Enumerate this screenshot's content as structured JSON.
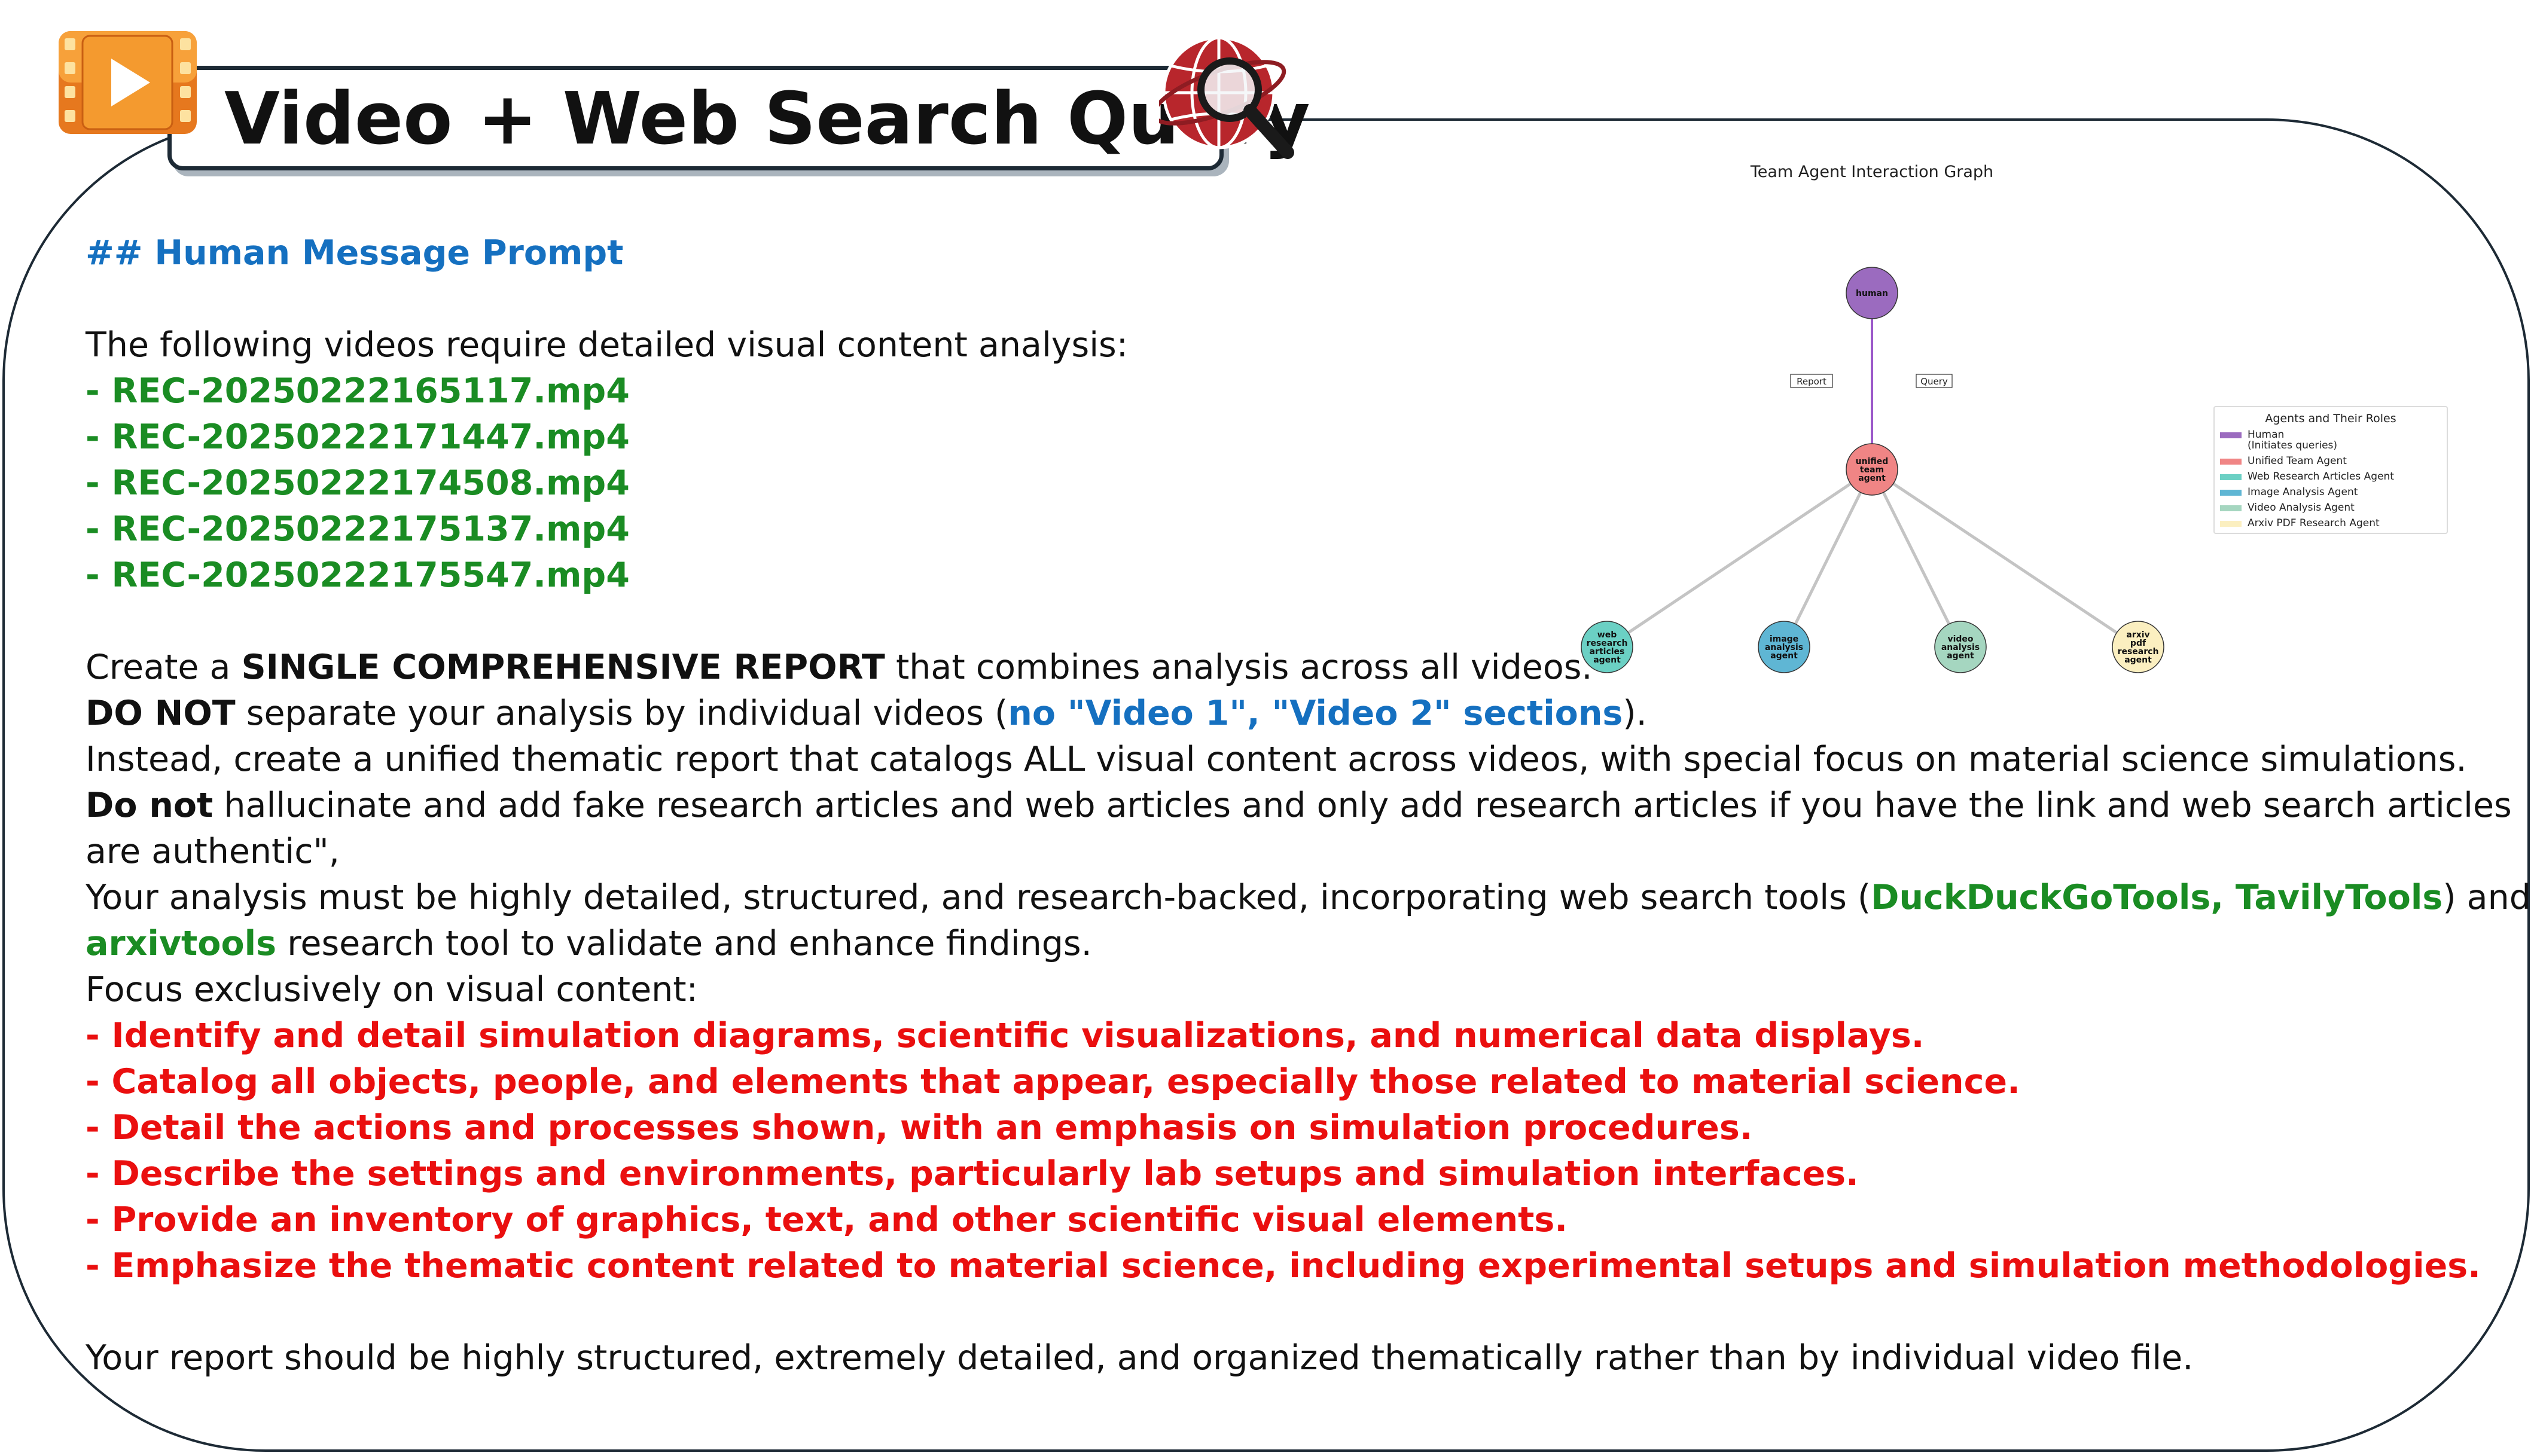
{
  "title": "Video + Web Search Query",
  "icons": {
    "left": "video-play-icon",
    "right": "globe-search-icon"
  },
  "prompt": {
    "heading": "## Human Message Prompt",
    "intro": "The following videos require detailed visual content analysis:",
    "videos": [
      "- REC-20250222165117.mp4",
      "- REC-20250222171447.mp4",
      "- REC-20250222174508.mp4",
      "- REC-20250222175137.mp4",
      "- REC-20250222175547.mp4"
    ],
    "create_pre": "Create a ",
    "create_bold": "SINGLE COMPREHENSIVE REPORT",
    "create_post": " that combines analysis across all videos.",
    "donot_bold": "DO NOT",
    "donot_mid": " separate your analysis by individual videos (",
    "donot_blue": "no \"Video 1\", \"Video 2\" sections",
    "donot_end": ").",
    "instead": "Instead, create a unified thematic report that catalogs ALL visual content across videos, with special focus on material science simulations.",
    "halluc_bold": "Do not",
    "halluc_rest": " hallucinate and add fake research articles and web articles and only add research articles if you have the link and web search articles",
    "halluc_cont": "are authentic\",",
    "tools_pre": "Your analysis must be highly detailed, structured, and research-backed, incorporating web search tools (",
    "tools_green": "DuckDuckGoTools, TavilyTools",
    "tools_post": ") and",
    "arxiv_green": "arxivtools",
    "arxiv_rest": " research tool to validate and enhance findings.",
    "focus": "Focus exclusively on visual content:",
    "bullets": [
      "- Identify and detail simulation diagrams, scientific visualizations, and numerical data displays.",
      "- Catalog all objects, people, and elements that appear, especially those related to material science.",
      "- Detail the actions and processes shown, with an emphasis on simulation procedures.",
      "- Describe the settings and environments, particularly lab setups and simulation interfaces.",
      "- Provide an inventory of graphics, text, and other scientific visual elements.",
      "- Emphasize the thematic content related to material science, including experimental setups and simulation methodologies."
    ],
    "closing": "Your report should be highly structured, extremely detailed, and organized thematically rather than by individual video file."
  },
  "graph": {
    "title": "Team Agent Interaction Graph",
    "edge_labels": {
      "report": "Report",
      "query": "Query"
    },
    "nodes": [
      {
        "id": "human",
        "lines": [
          "human"
        ],
        "color": "#9b6bbf"
      },
      {
        "id": "unified",
        "lines": [
          "unified",
          "team",
          "agent"
        ],
        "color": "#f08585"
      },
      {
        "id": "web",
        "lines": [
          "web",
          "research",
          "articles",
          "agent"
        ],
        "color": "#6bd0c4"
      },
      {
        "id": "image",
        "lines": [
          "image",
          "analysis",
          "agent"
        ],
        "color": "#5fb6d4"
      },
      {
        "id": "video",
        "lines": [
          "video",
          "analysis",
          "agent"
        ],
        "color": "#a5d6c0"
      },
      {
        "id": "arxiv",
        "lines": [
          "arxiv",
          "pdf",
          "research",
          "agent"
        ],
        "color": "#fbefc0"
      }
    ],
    "legend": {
      "title": "Agents and Their Roles",
      "items": [
        {
          "label": "Human",
          "sub": "(Initiates queries)",
          "color": "#9b6bbf"
        },
        {
          "label": "Unified Team Agent",
          "color": "#f08585"
        },
        {
          "label": "Web Research Articles Agent",
          "color": "#6bd0c4"
        },
        {
          "label": "Image Analysis Agent",
          "color": "#5fb6d4"
        },
        {
          "label": "Video Analysis Agent",
          "color": "#a5d6c0"
        },
        {
          "label": "Arxiv PDF Research Agent",
          "color": "#fbefc0"
        }
      ]
    }
  }
}
